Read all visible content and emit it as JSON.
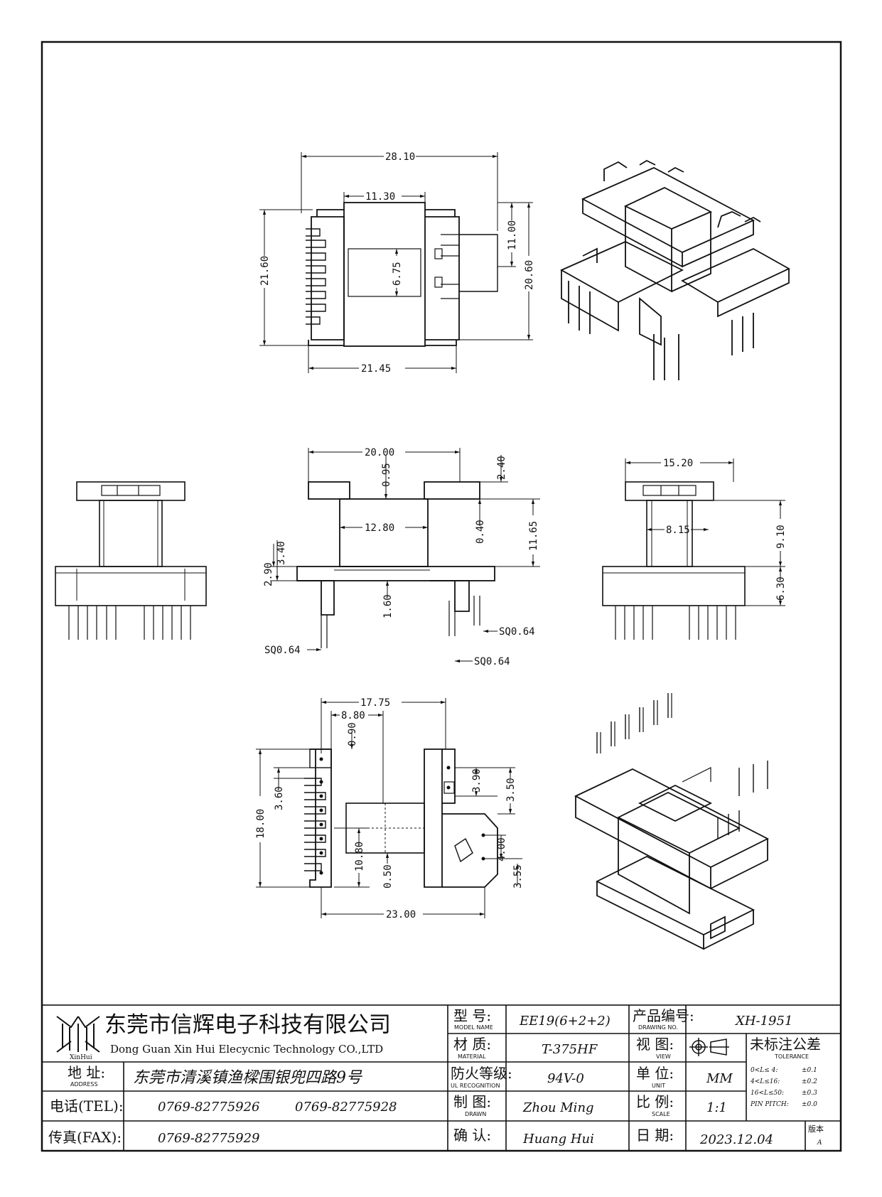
{
  "dimensions": {
    "top_view": [
      "28.10",
      "11.30",
      "21.60",
      "6.75",
      "11.00",
      "20.60",
      "21.45"
    ],
    "front_view": [
      "20.00",
      "0.95",
      "2.40",
      "12.80",
      "0.40",
      "11.65",
      "3.40",
      "2.90",
      "1.60",
      "SQ0.64",
      "SQ0.64",
      "SQ0.64"
    ],
    "side_view": [
      "15.20",
      "8.15",
      "9.10",
      "6.30"
    ],
    "bottom_view": [
      "17.75",
      "8.80",
      "0.90",
      "18.00",
      "3.60",
      "3.90",
      "3.50",
      "10.80",
      "0.50",
      "4.00",
      "3.55",
      "23.00"
    ]
  },
  "title_block": {
    "company_cn": "东莞市信辉电子科技有限公司",
    "company_en": "Dong Guan Xin Hui Elecycnic Technology CO.,LTD",
    "logo_text": "XinHui",
    "address_label_cn": "地  址:",
    "address_label_en": "ADDRESS",
    "address_value": "东莞市清溪镇渔樑围银兜四路9号",
    "tel_label": "电话(TEL):",
    "tel_value_1": "0769-82775926",
    "tel_value_2": "0769-82775928",
    "fax_label": "传真(FAX):",
    "fax_value": "0769-82775929",
    "model_label_cn": "型  号:",
    "model_label_en": "MODEL NAME",
    "model_value": "EE19(6+2+2)",
    "material_label_cn": "材  质:",
    "material_label_en": "MATERIAL",
    "material_value": "T-375HF",
    "ul_label_cn": "防火等级:",
    "ul_label_en": "UL RECOGNITION",
    "ul_value": "94V-0",
    "drawn_label_cn": "制  图:",
    "drawn_label_en": "DRAWN",
    "drawn_value": "Zhou Ming",
    "confirm_label_cn": "确  认:",
    "confirm_value": "Huang Hui",
    "drawing_no_label_cn": "产品编号:",
    "drawing_no_label_en": "DRAWING NO.",
    "drawing_no_value": "XH-1951",
    "view_label_cn": "视  图:",
    "view_label_en": "VIEW",
    "unit_label_cn": "单  位:",
    "unit_label_en": "UNIT",
    "unit_value": "MM",
    "scale_label_cn": "比  例:",
    "scale_label_en": "SCALE",
    "scale_value": "1:1",
    "date_label_cn": "日  期:",
    "date_value": "2023.12.04",
    "version_label": "版本",
    "version_value": "A",
    "tolerance_title_cn": "未标注公差",
    "tolerance_title_en": "TOLERANCE",
    "tolerance_rows": [
      {
        "range": "0<L≤ 4:",
        "value": "±0.1"
      },
      {
        "range": "4<L≤16:",
        "value": "±0.2"
      },
      {
        "range": "16<L≤50:",
        "value": "±0.3"
      },
      {
        "range": "PIN PITCH:",
        "value": "±0.0"
      }
    ]
  }
}
